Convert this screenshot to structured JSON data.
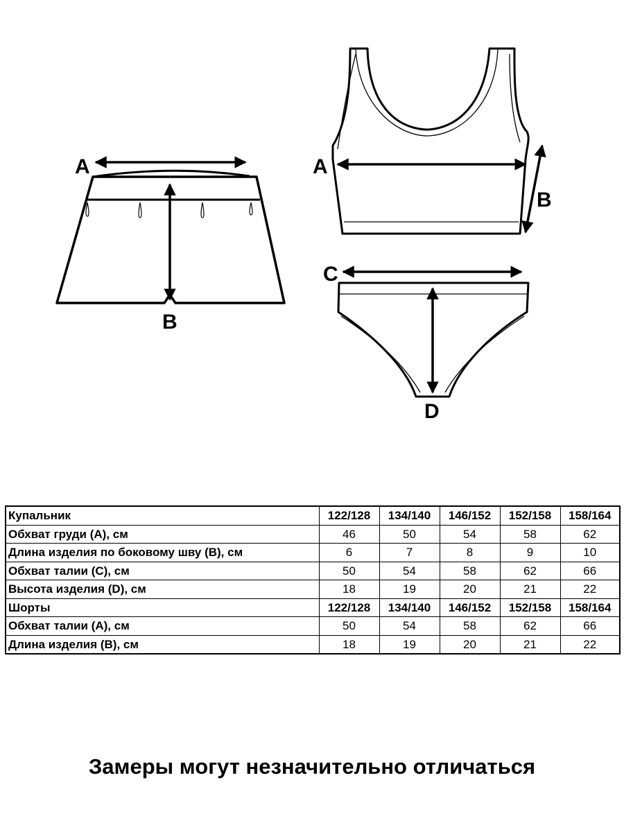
{
  "diagram_labels": {
    "shorts_a": "A",
    "shorts_b": "B",
    "top_a": "A",
    "top_b": "B",
    "briefs_c": "C",
    "briefs_d": "D"
  },
  "table": {
    "sections": [
      {
        "title": "Купальник",
        "sizes": [
          "122/128",
          "134/140",
          "146/152",
          "152/158",
          "158/164"
        ],
        "rows": [
          {
            "label": "Обхват груди (А), см",
            "values": [
              "46",
              "50",
              "54",
              "58",
              "62"
            ]
          },
          {
            "label": "Длина изделия по боковому шву (В), см",
            "values": [
              "6",
              "7",
              "8",
              "9",
              "10"
            ]
          },
          {
            "label": "Обхват талии (С), см",
            "values": [
              "50",
              "54",
              "58",
              "62",
              "66"
            ]
          },
          {
            "label": "Высота изделия (D), см",
            "values": [
              "18",
              "19",
              "20",
              "21",
              "22"
            ]
          }
        ]
      },
      {
        "title": "Шорты",
        "sizes": [
          "122/128",
          "134/140",
          "146/152",
          "152/158",
          "158/164"
        ],
        "rows": [
          {
            "label": "Обхват талии (А), см",
            "values": [
              "50",
              "54",
              "58",
              "62",
              "66"
            ]
          },
          {
            "label": "Длина изделия (В), см",
            "values": [
              "18",
              "19",
              "20",
              "21",
              "22"
            ]
          }
        ]
      }
    ]
  },
  "footer_note": "Замеры могут незначительно отличаться"
}
